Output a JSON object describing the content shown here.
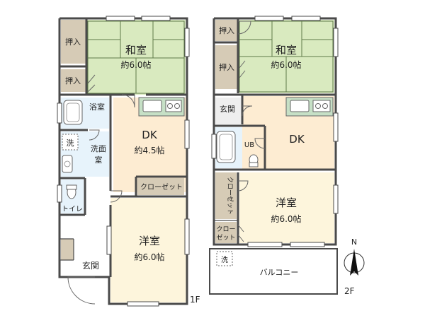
{
  "colors": {
    "tatami": "#d9eabf",
    "tatami_line": "#5f7a4a",
    "wood": "#fdecd2",
    "yoshitsu": "#fdf5dc",
    "closet": "#d6cbb6",
    "bath": "#e7f3fb",
    "toilet": "#e7f3fb",
    "wall": "#4a4a4a",
    "counter": "#c6e0c6"
  },
  "floor1": {
    "washitsu_name": "和室",
    "washitsu_size": "約6.0帖",
    "oshiire_top": "押入",
    "oshiire_bottom": "押入",
    "bath": "浴室",
    "dk_name": "DK",
    "dk_size": "約4.5帖",
    "wash_mark": "洗",
    "senmen_1": "洗面",
    "senmen_2": "室",
    "toilet": "トイレ",
    "closet": "クローゼット",
    "yoshitsu_name": "洋室",
    "yoshitsu_size": "約6.0帖",
    "genkan": "玄関",
    "floor_label": "1F"
  },
  "floor2": {
    "oshiire_top": "押入",
    "oshiire_bottom": "押入",
    "washitsu_name": "和室",
    "washitsu_size": "約6.0帖",
    "genkan": "玄関",
    "ub": "UB",
    "dk_name": "DK",
    "closet_tall": "クローゼット",
    "closet_small_1": "クロー",
    "closet_small_2": "ゼット",
    "yoshitsu_name": "洋室",
    "yoshitsu_size": "約6.0帖",
    "wash_mark": "洗",
    "balcony": "バルコニー",
    "floor_label": "2F"
  },
  "compass": {
    "north": "N",
    "icon": "north-arrow-icon"
  }
}
